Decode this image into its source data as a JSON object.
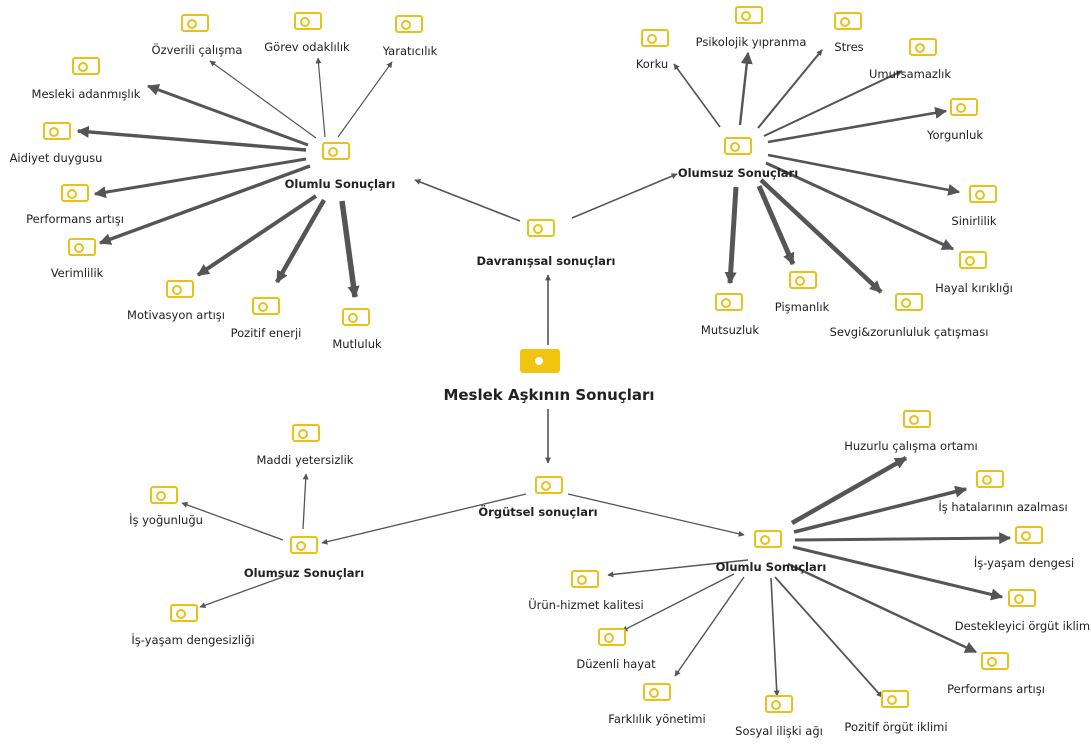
{
  "diagram": {
    "root": "Meslek Aşkının Sonuçları",
    "groups": [
      {
        "label": "Davranışsal sonuçları",
        "branches": [
          {
            "label": "Olumlu Sonuçları",
            "items": [
              "Özverili çalışma",
              "Görev odaklılık",
              "Yaratıcılık",
              "Mesleki adanmışlık",
              "Aidiyet duygusu",
              "Performans artışı",
              "Verimlilik",
              "Motivasyon artışı",
              "Pozitif enerji",
              "Mutluluk"
            ]
          },
          {
            "label": "Olumsuz Sonuçları",
            "items": [
              "Korku",
              "Psikolojik yıpranma",
              "Stres",
              "Umursamazlık",
              "Yorgunluk",
              "Sinirlilik",
              "Hayal kırıklığı",
              "Sevgi&zorunluluk çatışması",
              "Pişmanlık",
              "Mutsuzluk"
            ]
          }
        ]
      },
      {
        "label": "Örgütsel sonuçları",
        "branches": [
          {
            "label": "Olumsuz Sonuçları",
            "items": [
              "Maddi yetersizlik",
              "İş yoğunluğu",
              "İş-yaşam dengesizliği"
            ]
          },
          {
            "label": "Olumlu Sonuçları",
            "items": [
              "Huzurlu çalışma ortamı",
              "İş hatalarının azalması",
              "İş-yaşam dengesi",
              "Destekleyici örgüt iklimi",
              "Performans artışı",
              "Pozitif örgüt iklimi",
              "Sosyal ilişki ağı",
              "Farklılık yönetimi",
              "Düzenli hayat",
              "Ürün-hizmet kalitesi"
            ]
          }
        ]
      }
    ]
  }
}
